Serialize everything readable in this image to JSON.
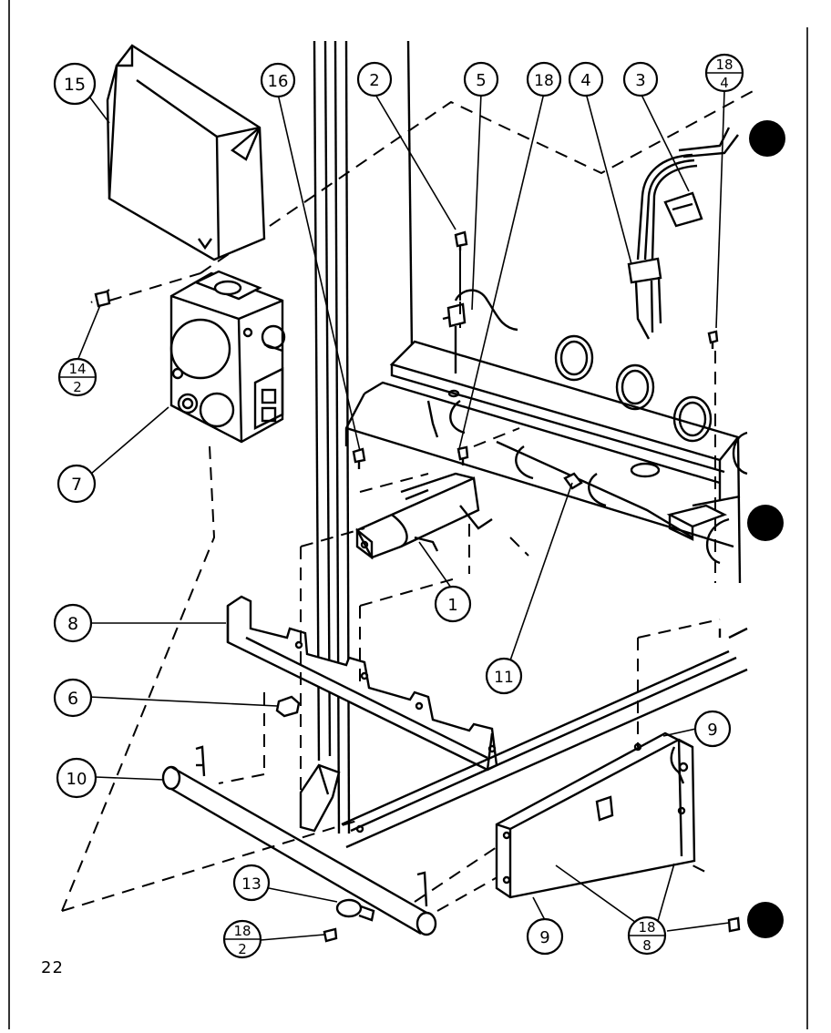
{
  "callouts": {
    "c15": "15",
    "c16": "16",
    "c2": "2",
    "c5": "5",
    "c18": "18",
    "c4": "4",
    "c3": "3",
    "c18_4_top": "18",
    "c18_4_bottom": "4",
    "c14_2_top": "14",
    "c14_2_bottom": "2",
    "c7": "7",
    "c1": "1",
    "c11": "11",
    "c8": "8",
    "c6": "6",
    "c9_top": "9",
    "c10": "10",
    "c13": "13",
    "c18_2_top": "18",
    "c18_2_bottom": "2",
    "c9_bottom": "9",
    "c18_8_top": "18",
    "c18_8_bottom": "8"
  },
  "page_number": "22"
}
